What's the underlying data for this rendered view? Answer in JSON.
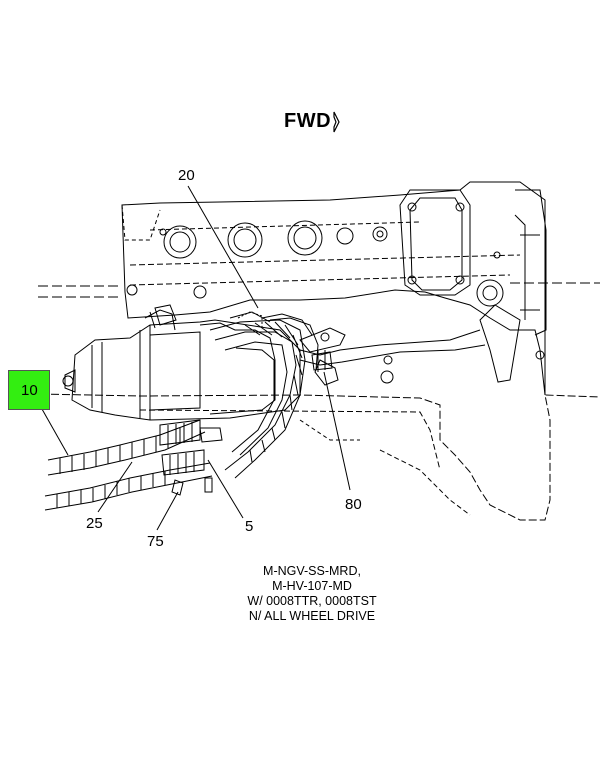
{
  "header": {
    "direction_label": "FWD"
  },
  "callouts": {
    "c10": "10",
    "c20": "20",
    "c25": "25",
    "c75": "75",
    "c5": "5",
    "c80": "80"
  },
  "notes": [
    "M-NGV-SS-MRD,",
    "M-HV-107-MD",
    "W/ 0008TTR, 0008TST",
    "N/ ALL WHEEL DRIVE"
  ],
  "colors": {
    "highlight": "#33ee11",
    "line": "#000000"
  }
}
